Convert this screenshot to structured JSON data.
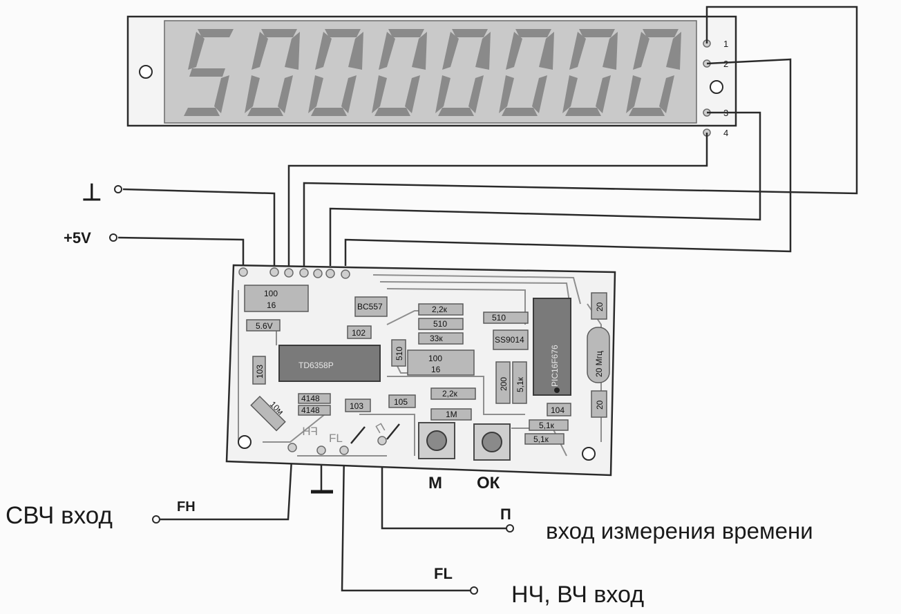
{
  "display": {
    "digits": "50000000",
    "pins": [
      "1",
      "2",
      "3",
      "4"
    ]
  },
  "left_terminals": {
    "ground_symbol": "⊥",
    "power": "+5V"
  },
  "board": {
    "components": {
      "cap_100_top": [
        "100",
        "16"
      ],
      "transistor_1": "BC557",
      "zener": "5.6V",
      "r_102": "102",
      "ic_main": "TD6358P",
      "cap_103_left": "103",
      "r_510_vertical": "510",
      "r_2_2k_top": "2,2к",
      "r_510_a": "510",
      "r_510_b": "510",
      "r_33k": "33к",
      "transistor_2": "SS9014",
      "cap_100_mid": [
        "100",
        "16"
      ],
      "r_200": "200",
      "r_5_1k_vertical": "5,1к",
      "mcu": "PIC16F676",
      "cap_20_top": "20",
      "crystal": "20 Мгц",
      "cap_20_bottom": "20",
      "diode_1": "4148",
      "diode_2": "4148",
      "r_10m": "10м",
      "cap_103_bottom": "103",
      "cap_105": "105",
      "r_2_2k_bottom": "2,2к",
      "r_1m": "1М",
      "cap_104": "104",
      "r_5_1k_a": "5,1к",
      "r_5_1k_b": "5,1к"
    },
    "pad_marks": [
      "FH",
      "FL",
      "П"
    ]
  },
  "buttons": {
    "m": "М",
    "ok": "ОК"
  },
  "inputs": {
    "fh_label": "FH",
    "fh_desc": "СВЧ вход",
    "p_label": "П",
    "p_desc": "вход измерения времени",
    "fl_label": "FL",
    "fl_desc": "НЧ, ВЧ вход"
  }
}
